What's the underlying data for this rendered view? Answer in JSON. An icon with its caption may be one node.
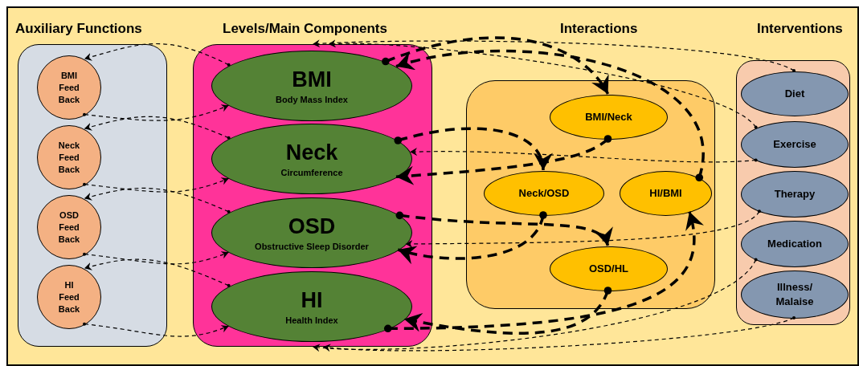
{
  "diagram": {
    "nodes": [
      {
        "text": [
          "Auxiliary Functions"
        ]
      },
      {
        "text": [
          "BMI Feed Back"
        ],
        "in": 0
      },
      {
        "text": [
          "Neck Feed Back"
        ],
        "in": 0
      },
      {
        "text": [
          "OSD Feed Back"
        ],
        "in": 0
      },
      {
        "text": [
          "HI Feed Back"
        ],
        "in": 0
      },
      {
        "text": [
          "Levels/Main Components"
        ]
      },
      {
        "text": [
          "BMI",
          "Body Mass Index"
        ],
        "in": 5
      },
      {
        "text": [
          "Neck",
          "Circumference"
        ],
        "in": 5
      },
      {
        "text": [
          "OSD",
          "Obstructive Sleep Disorder"
        ],
        "in": 5
      },
      {
        "text": [
          "HI",
          "Health Index"
        ],
        "in": 5
      },
      {
        "text": [
          "Interactions"
        ]
      },
      {
        "text": [
          "BMI/Neck"
        ],
        "in": 10
      },
      {
        "text": [
          "Neck/OSD"
        ],
        "in": 10
      },
      {
        "text": [
          "HI/BMI"
        ],
        "in": 10
      },
      {
        "text": [
          "OSD/HL"
        ],
        "in": 10
      },
      {
        "text": [
          "Interventions"
        ]
      },
      {
        "text": [
          "Diet"
        ],
        "in": 15
      },
      {
        "text": [
          "Exercise"
        ],
        "in": 15
      },
      {
        "text": [
          "Therapy"
        ],
        "in": 15
      },
      {
        "text": [
          "Medication"
        ],
        "in": 15
      },
      {
        "text": [
          "Illness/ Malaise"
        ],
        "in": 15
      }
    ],
    "edges": [
      {
        "from": 6,
        "to": 1,
        "arrow": "to",
        "style": "dashed"
      },
      {
        "from": 1,
        "to": 6,
        "arrow": "to",
        "style": "dashed"
      },
      {
        "from": 7,
        "to": 2,
        "arrow": "to",
        "style": "dashed"
      },
      {
        "from": 2,
        "to": 7,
        "arrow": "to",
        "style": "dashed"
      },
      {
        "from": 8,
        "to": 3,
        "arrow": "to",
        "style": "dashed"
      },
      {
        "from": 3,
        "to": 8,
        "arrow": "to",
        "style": "dashed"
      },
      {
        "from": 9,
        "to": 4,
        "arrow": "to",
        "style": "dashed"
      },
      {
        "from": 4,
        "to": 9,
        "arrow": "to",
        "style": "dashed"
      },
      {
        "from": 6,
        "to": 11,
        "arrow": "to",
        "style": "dashed"
      },
      {
        "from": 13,
        "to": 6,
        "arrow": "to",
        "style": "dashed"
      },
      {
        "from": 7,
        "to": 12,
        "arrow": "to",
        "style": "dashed"
      },
      {
        "from": 11,
        "to": 7,
        "arrow": "to",
        "style": "dashed"
      },
      {
        "from": 8,
        "to": 14,
        "arrow": "to",
        "style": "dashed"
      },
      {
        "from": 12,
        "to": 8,
        "arrow": "to",
        "style": "dashed"
      },
      {
        "from": 14,
        "to": 9,
        "arrow": "to",
        "style": "dashed"
      },
      {
        "from": 9,
        "to": 13,
        "arrow": "to",
        "style": "dashed"
      },
      {
        "from": 16,
        "to": 5,
        "arrow": "to",
        "style": "dashed"
      },
      {
        "from": 17,
        "to": 5,
        "arrow": "to",
        "style": "dashed"
      },
      {
        "from": 17,
        "to": 7,
        "arrow": "to",
        "style": "dashed"
      },
      {
        "from": 18,
        "to": 8,
        "arrow": "to",
        "style": "dashed"
      },
      {
        "from": 19,
        "to": 5,
        "arrow": "to",
        "style": "dashed"
      },
      {
        "from": 20,
        "to": 5,
        "arrow": "to",
        "style": "dashed"
      }
    ]
  }
}
